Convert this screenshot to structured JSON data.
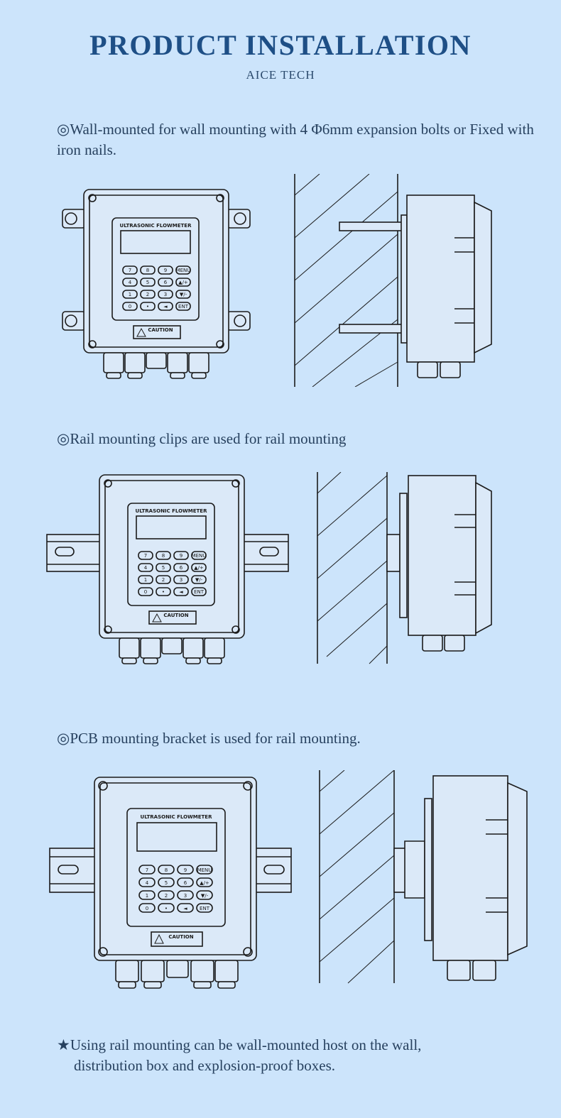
{
  "header": {
    "title": "PRODUCT INSTALLATION",
    "subtitle": "AICE TECH"
  },
  "sections": [
    {
      "text": "◎Wall-mounted for wall mounting with 4 Φ6mm expansion bolts or Fixed with iron nails."
    },
    {
      "text": "◎Rail mounting clips are used for rail mounting"
    },
    {
      "text": "◎PCB mounting bracket is used for rail mounting."
    }
  ],
  "note": {
    "line1": "★Using rail mounting can be wall-mounted host on the wall,",
    "line2": "distribution box and explosion-proof boxes."
  },
  "device": {
    "label": "ULTRASONIC FLOWMETER",
    "caution": "CAUTION",
    "keys": [
      "7",
      "8",
      "9",
      "MENU",
      "4",
      "5",
      "6",
      "▲/+",
      "1",
      "2",
      "3",
      "▼/-",
      "0",
      "•",
      "◄",
      "ENT"
    ]
  }
}
